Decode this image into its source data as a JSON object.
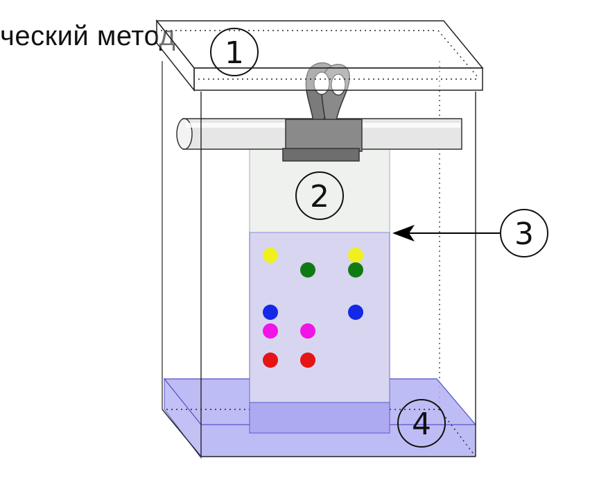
{
  "header": {
    "title": "ческий метод"
  },
  "labels": {
    "lid": "1",
    "paper": "2",
    "front": "3",
    "solvent": "4"
  },
  "colors": {
    "solvent": "#b3b0f2",
    "paper_wet": "#d8d5f0",
    "paper_dry": "#eef1ee",
    "clip": "#7b7b7b",
    "rod": "#e6e6e6"
  },
  "spots": [
    {
      "lane": 1,
      "color": "#f0f01e",
      "name": "yellow"
    },
    {
      "lane": 1,
      "color": "#1428e6",
      "name": "blue"
    },
    {
      "lane": 1,
      "color": "#f014e6",
      "name": "magenta"
    },
    {
      "lane": 1,
      "color": "#e61414",
      "name": "red"
    },
    {
      "lane": 2,
      "color": "#0f7a14",
      "name": "green"
    },
    {
      "lane": 2,
      "color": "#f014e6",
      "name": "magenta"
    },
    {
      "lane": 2,
      "color": "#e61414",
      "name": "red"
    },
    {
      "lane": 3,
      "color": "#f0f01e",
      "name": "yellow"
    },
    {
      "lane": 3,
      "color": "#0f7a14",
      "name": "green"
    },
    {
      "lane": 3,
      "color": "#1428e6",
      "name": "blue"
    }
  ]
}
